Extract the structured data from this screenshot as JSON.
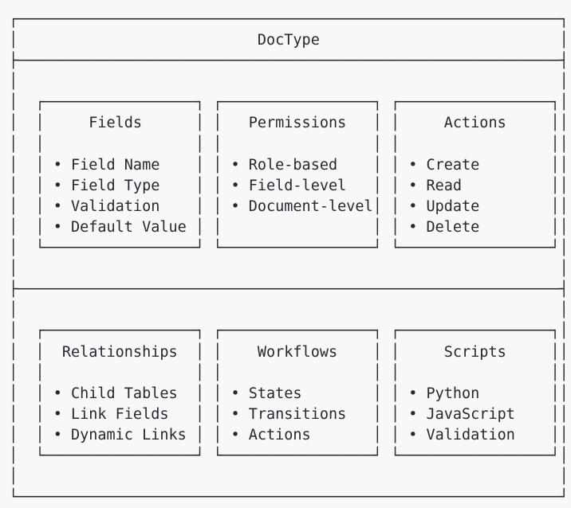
{
  "document": {
    "kind": "ascii-box-diagram",
    "title": "DocType",
    "background_color": "#f6f8fa",
    "text_color": "#24292e"
  },
  "diagram": {
    "root_label": "DocType",
    "bullet_glyph": "•",
    "groups": [
      {
        "row": 1,
        "boxes": [
          {
            "title": "Fields",
            "items": [
              "Field Name",
              "Field Type",
              "Validation",
              "Default Value"
            ]
          },
          {
            "title": "Permissions",
            "items": [
              "Role-based",
              "Field-level",
              "Document-level"
            ]
          },
          {
            "title": "Actions",
            "items": [
              "Create",
              "Read",
              "Update",
              "Delete"
            ]
          }
        ]
      },
      {
        "row": 2,
        "boxes": [
          {
            "title": "Relationships",
            "items": [
              "Child Tables",
              "Link Fields",
              "Dynamic Links"
            ]
          },
          {
            "title": "Workflows",
            "items": [
              "States",
              "Transitions",
              "Actions"
            ]
          },
          {
            "title": "Scripts",
            "items": [
              "Python",
              "JavaScript",
              "Validation"
            ]
          }
        ]
      }
    ]
  },
  "ascii_art": {
    "lines": [
      "┌─────────────────────────────────────────────────────────────┐",
      "│                           DocType                           │",
      "├─────────────────────────────────────────────────────────────┤",
      "│                                                             │",
      "│  ┌─────────────────┐ ┌─────────────────┐ ┌─────────────────┐│",
      "│  │     Fields      │ │   Permissions   │ │     Actions     ││",
      "│  │                 │ │                 │ │                 ││",
      "│  │ • Field Name    │ │ • Role-based    │ │ • Create        ││",
      "│  │ • Field Type    │ │ • Field-level   │ │ • Read          ││",
      "│  │ • Validation    │ │ • Document-level│ │ • Update        ││",
      "│  │ • Default Value │ │                 │ │ • Delete        ││",
      "│  └─────────────────┘ └─────────────────┘ └─────────────────┘│",
      "│                                                             │",
      "├─────────────────────────────────────────────────────────────┤",
      "│                                                             │",
      "│  ┌─────────────────┐ ┌─────────────────┐ ┌─────────────────┐│",
      "│  │  Relationships  │ │    Workflows    │ │     Scripts     ││",
      "│  │                 │ │                 │ │                 ││",
      "│  │ • Child Tables  │ │ • States        │ │ • Python        ││",
      "│  │ • Link Fields   │ │ • Transitions   │ │ • JavaScript    ││",
      "│  │ • Dynamic Links │ │ • Actions       │ │ • Validation    ││",
      "│  └─────────────────┘ └─────────────────┘ └─────────────────┘│",
      "│                                                             │",
      "└─────────────────────────────────────────────────────────────┘"
    ]
  }
}
